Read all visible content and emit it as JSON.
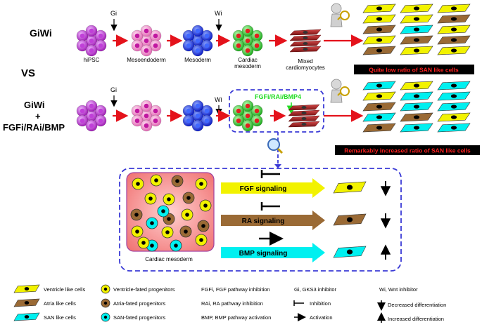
{
  "rows": {
    "row1_label": "GiWi",
    "vs_label": "VS",
    "row2_label_line1": "GiWi",
    "row2_label_line2": "+",
    "row2_label_line3": "FGFi/RAi/BMP"
  },
  "stages": {
    "hipsc": "hiPSC",
    "mesoendoderm": "Mesoendoderm",
    "mesoderm": "Mesoderm",
    "cardiac_mesoderm_line1": "Cardiac",
    "cardiac_mesoderm_line2": "mesoderm",
    "mixed_line1": "Mixed",
    "mixed_line2": "cardiomyocytes"
  },
  "inhibitors": {
    "gi": "Gi",
    "wi": "Wi",
    "treatment": "FGFi/RAi/BMP4"
  },
  "results": {
    "low": "Quite low ratio of SAN like cells",
    "high": "Remarkably increased ratio of SAN like cells"
  },
  "zoom": {
    "box_title": "Cardiac mesoderm",
    "signals": [
      {
        "label": "FGF signaling",
        "color": "#f2f200",
        "control": "inhibition",
        "effect": "decreased"
      },
      {
        "label": "RA signaling",
        "color": "#9a6a35",
        "control": "inhibition",
        "effect": "decreased"
      },
      {
        "label": "BMP signaling",
        "color": "#00f0f0",
        "control": "activation",
        "effect": "increased"
      }
    ]
  },
  "legend": {
    "ventricle_cells": "Ventricle like cells",
    "atria_cells": "Atria like cells",
    "san_cells": "SAN like cells",
    "ventricle_prog": "Ventricle-fated progenitors",
    "atria_prog": "Atria-fated progenitors",
    "san_prog": "SAN-fated progenitors",
    "fgfi": "FGFi, FGF pathway inhibition",
    "rai": "RAi, RA pathway inhibition",
    "bmp": "BMP, BMP pathway activation",
    "gi": "Gi, GKS3 inhibitor",
    "inhibition": "Inhibition",
    "activation": "Activation",
    "wi": "Wi, Wnt inhibitor",
    "decreased": "Decreased differentiation",
    "increased": "Increased differentiation"
  },
  "colors": {
    "yellow": "#f2f200",
    "brown": "#9a6a35",
    "cyan": "#00f0f0",
    "red": "#e4121b",
    "dashed_blue": "#3a3ad6",
    "green_text": "#22dd22",
    "purple": "#b020c8",
    "pink": "#f48ad0",
    "blue": "#1a2ae0",
    "green": "#22c422"
  }
}
